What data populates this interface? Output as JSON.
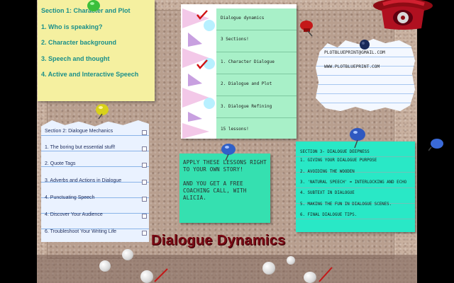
{
  "title": "Dialogue Dynamics",
  "section1": {
    "items": [
      "Section 1: Character and Plot",
      "1. Who is speaking?",
      "2. Character background",
      "3.  Speech and thought",
      "4.  Active and Interactive Speech"
    ]
  },
  "section2": {
    "items": [
      "Section 2: Dialogue Mechanics",
      "1.  The boring but essential stuff!",
      "2.   Quote Tags",
      "3. Adverbs and Actions in Dialogue",
      "4. Punctuating Speech",
      "4. Discover Your Audience",
      "6. Troubleshoot Your Writing Life"
    ]
  },
  "overview": {
    "items": [
      "Dialogue dynamics",
      "3 Sections!",
      "1.  Character Dialogue",
      "2.  Dialogue and Plot",
      "3.  Dialogue Refining",
      "15 lessons!"
    ]
  },
  "promo": {
    "line1": "Apply these lessons right to your own story!",
    "line2": "And you get a free coaching call, with Alicia."
  },
  "section3": {
    "items": [
      "Section 3- Dialogue Deepness",
      "1. Giving your dialogue purpose",
      "2. Avoiding the Wooden",
      "3. 'Natural Speech' = interlocking and echo",
      "4. Subtext in Dialogue",
      "5. Making the fun in dialogue scenes.",
      "6. Final dialogue tips."
    ]
  },
  "contact": {
    "email": "plotblueprint@gmail.com",
    "website": "www.plotblueprint.com"
  },
  "colors": {
    "title": "#7a0a14",
    "yellow_note": "#f5f0a0",
    "cyan_note": "#35e0b0",
    "mint_note": "#29e8c6",
    "teal_text": "#1a8f8a"
  },
  "icons": [
    "red-telephone-icon",
    "green-pushpin-icon",
    "red-pushpin-icon",
    "blue-pushpin-icon",
    "yellow-pushpin-icon",
    "navy-pushpin-icon",
    "red-checkmark-icon",
    "pushpin-head-ball-icon"
  ]
}
